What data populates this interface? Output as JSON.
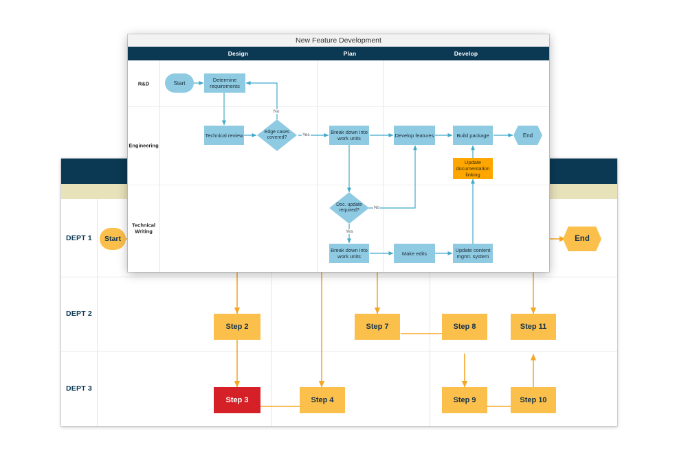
{
  "back_diagram": {
    "header_color": "#0b3954",
    "subheader_color": "#e8e2bb",
    "accent_color": "#FBBF4C",
    "alert_color": "#D62027",
    "lanes": [
      {
        "label": "DEPT 1"
      },
      {
        "label": "DEPT 2"
      },
      {
        "label": "DEPT 3"
      }
    ],
    "nodes": {
      "start": "Start",
      "end": "End",
      "step2": "Step 2",
      "step3": "Step 3",
      "step4": "Step 4",
      "step7": "Step 7",
      "step8": "Step 8",
      "step9": "Step 9",
      "step10": "Step 10",
      "step11": "Step 11"
    }
  },
  "front_diagram": {
    "title": "New Feature Development",
    "header_color": "#0b3954",
    "shape_color": "#8FCAE3",
    "highlight_color": "#FFA700",
    "columns": [
      {
        "label": "Design"
      },
      {
        "label": "Plan"
      },
      {
        "label": "Develop"
      }
    ],
    "lanes": [
      {
        "label": "R&D"
      },
      {
        "label": "Engineering"
      },
      {
        "label": "Technical\nWriting"
      }
    ],
    "lane_labels": {
      "rnd": "R&D",
      "engineering": "Engineering",
      "tech_writing_line1": "Technical",
      "tech_writing_line2": "Writing"
    },
    "nodes": {
      "start": "Start",
      "determine_requirements": "Determine requirements",
      "technical_review": "Technical review",
      "edge_cases": "Edge cases covered?",
      "break_down_eng": "Break down into work units",
      "develop_features": "Develop features",
      "build_package": "Build package",
      "end": "End",
      "update_doc_linking": "Update documentation linking",
      "doc_update_required": "Doc. update required?",
      "break_down_tw": "Break down into work units",
      "make_edits": "Make edits",
      "update_cms": "Update content mgmt. system"
    },
    "edge_labels": {
      "no_edge_cases": "No",
      "yes_edge_cases": "Yes",
      "no_doc": "No",
      "yes_doc": "Yes"
    }
  }
}
